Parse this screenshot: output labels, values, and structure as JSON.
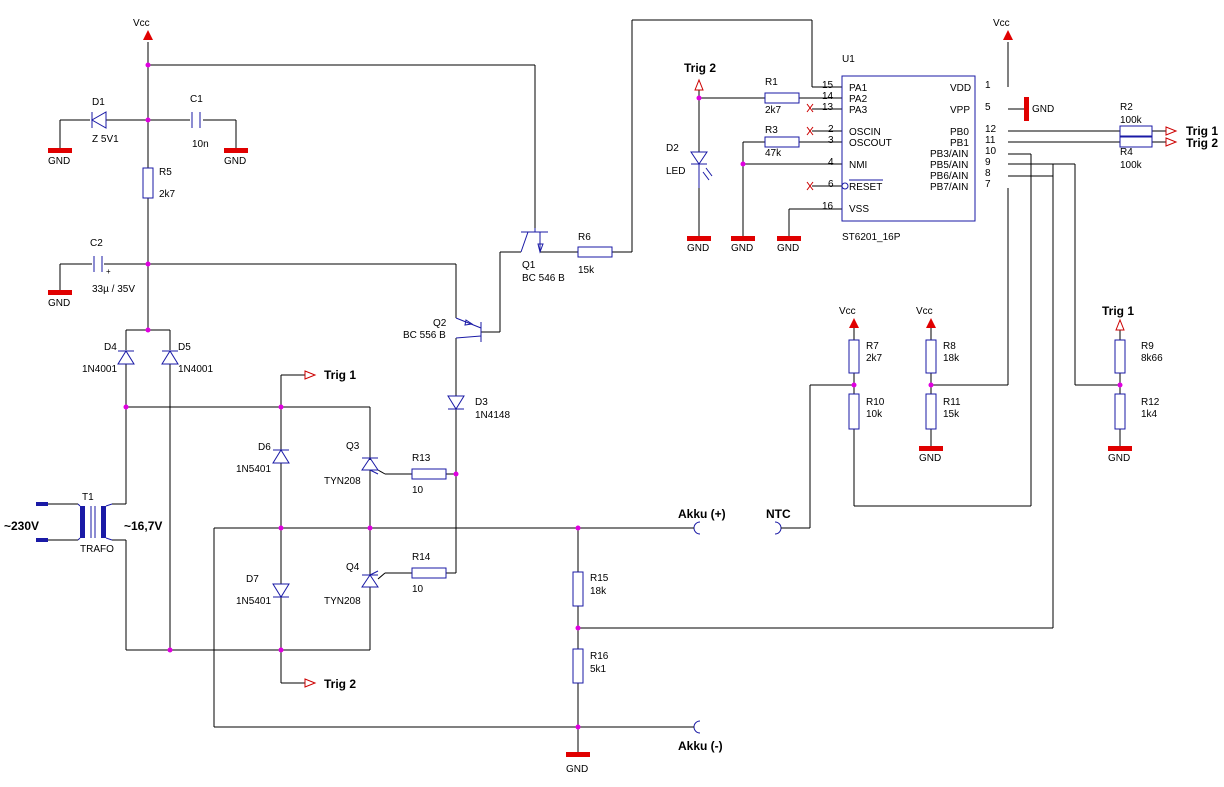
{
  "labels": {
    "vcc": "Vcc",
    "gnd": "GND",
    "trig1": "Trig 1",
    "trig2": "Trig 2",
    "akku_plus": "Akku (+)",
    "akku_minus": "Akku (-)",
    "ntc": "NTC",
    "mains": "~230V",
    "secondary": "~16,7V"
  },
  "components": {
    "D1": {
      "ref": "D1",
      "value": "Z 5V1"
    },
    "C1": {
      "ref": "C1",
      "value": "10n"
    },
    "R5": {
      "ref": "R5",
      "value": "2k7"
    },
    "C2": {
      "ref": "C2",
      "value": "33µ / 35V"
    },
    "D4": {
      "ref": "D4",
      "value": "1N4001"
    },
    "D5": {
      "ref": "D5",
      "value": "1N4001"
    },
    "T1": {
      "ref": "T1",
      "value": "TRAFO"
    },
    "D6": {
      "ref": "D6",
      "value": "1N5401"
    },
    "D7": {
      "ref": "D7",
      "value": "1N5401"
    },
    "Q1": {
      "ref": "Q1",
      "value": "BC 546 B"
    },
    "Q2": {
      "ref": "Q2",
      "value": "BC 556 B"
    },
    "R6": {
      "ref": "R6",
      "value": "15k"
    },
    "D3": {
      "ref": "D3",
      "value": "1N4148"
    },
    "Q3": {
      "ref": "Q3",
      "value": "TYN208"
    },
    "Q4": {
      "ref": "Q4",
      "value": "TYN208"
    },
    "R13": {
      "ref": "R13",
      "value": "10"
    },
    "R14": {
      "ref": "R14",
      "value": "10"
    },
    "R15": {
      "ref": "R15",
      "value": "18k"
    },
    "R16": {
      "ref": "R16",
      "value": "5k1"
    },
    "D2": {
      "ref": "D2",
      "value": "LED"
    },
    "R1": {
      "ref": "R1",
      "value": "2k7"
    },
    "R3": {
      "ref": "R3",
      "value": "47k"
    },
    "U1": {
      "ref": "U1",
      "value": "ST6201_16P"
    },
    "R2": {
      "ref": "R2",
      "value": "100k"
    },
    "R4": {
      "ref": "R4",
      "value": "100k"
    },
    "R7": {
      "ref": "R7",
      "value": "2k7"
    },
    "R10": {
      "ref": "R10",
      "value": "10k"
    },
    "R8": {
      "ref": "R8",
      "value": "18k"
    },
    "R11": {
      "ref": "R11",
      "value": "15k"
    },
    "R9": {
      "ref": "R9",
      "value": "8k66"
    },
    "R12": {
      "ref": "R12",
      "value": "1k4"
    }
  },
  "u1_pins": {
    "left": [
      {
        "num": "15",
        "name": "PA1"
      },
      {
        "num": "14",
        "name": "PA2"
      },
      {
        "num": "13",
        "name": "PA3"
      },
      {
        "num": "2",
        "name": "OSCIN"
      },
      {
        "num": "3",
        "name": "OSCOUT"
      },
      {
        "num": "4",
        "name": "NMI"
      },
      {
        "num": "6",
        "name": "RESET"
      },
      {
        "num": "16",
        "name": "VSS"
      }
    ],
    "right": [
      {
        "num": "1",
        "name": "VDD"
      },
      {
        "num": "5",
        "name": "VPP"
      },
      {
        "num": "12",
        "name": "PB0"
      },
      {
        "num": "11",
        "name": "PB1"
      },
      {
        "num": "10",
        "name": "PB3/AIN"
      },
      {
        "num": "9",
        "name": "PB5/AIN"
      },
      {
        "num": "8",
        "name": "PB6/AIN"
      },
      {
        "num": "7",
        "name": "PB7/AIN"
      }
    ]
  }
}
